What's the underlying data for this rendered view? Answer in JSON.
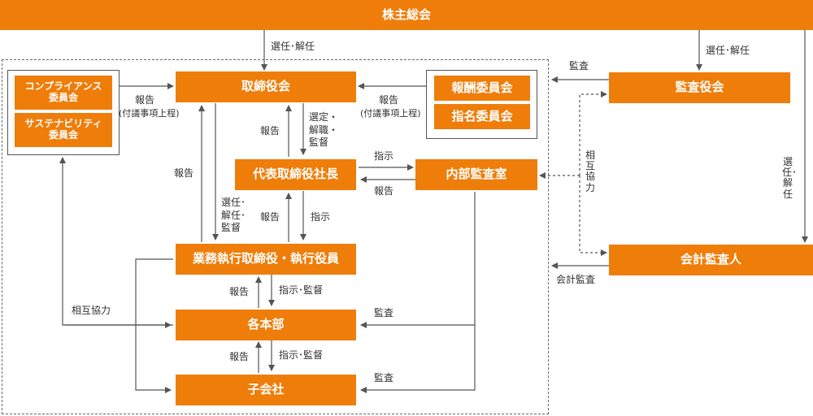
{
  "boxes": {
    "shareholders": "株主総会",
    "board": "取締役会",
    "compliance": "コンプライアンス\n委員会",
    "sustainability": "サステナビリティ\n委員会",
    "remuneration": "報酬委員会",
    "nomination": "指名委員会",
    "president": "代表取締役社長",
    "internal_audit": "内部監査室",
    "auditors": "監査役会",
    "exec": "業務執行取締役・執行役員",
    "divisions": "各本部",
    "subsidiaries": "子会社",
    "accounting_auditor": "会計監査人"
  },
  "labels": {
    "elect_dismiss_top": "選任･解任",
    "elect_dismiss_auditors": "選任･解任",
    "elect_dismiss_vertical": "選任･解任",
    "report_left": "報告",
    "report_left_sub": "(付議事項上程)",
    "report_right": "報告",
    "report_right_sub": "(付議事項上程)",
    "report_board_pres": "報告",
    "select_dismiss_supervise": "選定・\n解職・\n監督",
    "instruct_pres_audit": "指示",
    "report_audit_pres": "報告",
    "report_exec_board": "報告",
    "elect_dismiss_supervise": "選任･\n解任･\n監督",
    "report_exec_pres": "報告",
    "instruct_pres_exec": "指示",
    "report_div_exec": "報告",
    "instruct_supervise_1": "指示･監督",
    "report_sub_div": "報告",
    "instruct_supervise_2": "指示･監督",
    "mutual_coop_left": "相互協力",
    "audit_div": "監査",
    "audit_sub": "監査",
    "audit_board": "監査",
    "mutual_coop_right": "相互協力",
    "accounting_audit": "会計監査"
  },
  "colors": {
    "box": "#ef7d09",
    "line": "#555555"
  }
}
